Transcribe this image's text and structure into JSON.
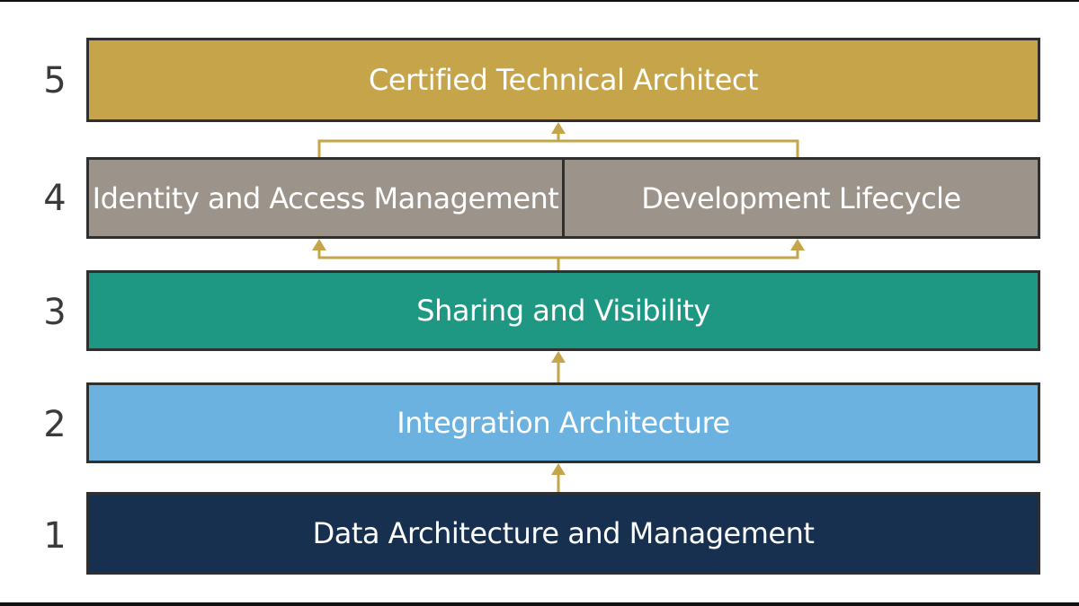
{
  "colors": {
    "level5": "#C6A54A",
    "level4": "#9C948A",
    "level3": "#1E9883",
    "level2": "#6BB2E0",
    "level1": "#17304F",
    "connector": "#C6A54A"
  },
  "levels": [
    {
      "number": "5",
      "items": [
        "Certified Technical Architect"
      ]
    },
    {
      "number": "4",
      "items": [
        "Identity and Access Management",
        "Development Lifecycle"
      ]
    },
    {
      "number": "3",
      "items": [
        "Sharing and Visibility"
      ]
    },
    {
      "number": "2",
      "items": [
        "Integration Architecture"
      ]
    },
    {
      "number": "1",
      "items": [
        "Data Architecture and Management"
      ]
    }
  ]
}
